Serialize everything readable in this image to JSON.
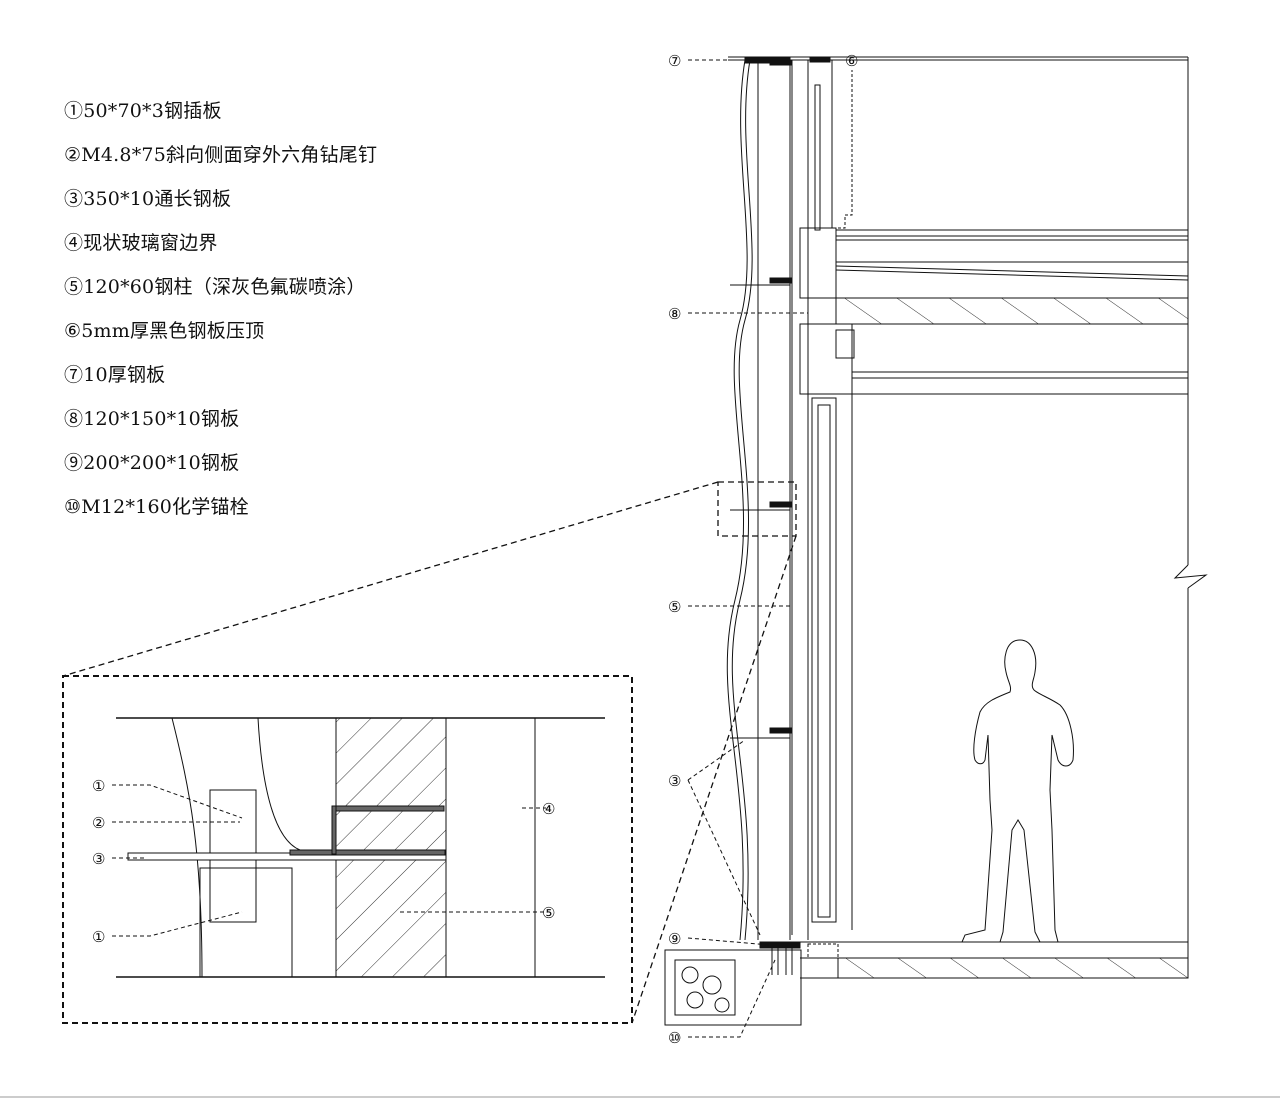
{
  "legend": [
    "①50*70*3钢插板",
    "②M4.8*75斜向侧面穿外六角钻尾钉",
    "③350*10通长钢板",
    "④现状玻璃窗边界",
    "⑤120*60钢柱（深灰色氟碳喷涂）",
    "⑥5mm厚黑色钢板压顶",
    "⑦10厚钢板",
    "⑧120*150*10钢板",
    "⑨200*200*10钢板",
    "⑩M12*160化学锚栓"
  ],
  "callouts": {
    "n1": "①",
    "n2": "②",
    "n3": "③",
    "n4": "④",
    "n5": "⑤",
    "n6": "⑥",
    "n7": "⑦",
    "n8": "⑧",
    "n9": "⑨",
    "n10": "⑩"
  },
  "colors": {
    "line": "#111111",
    "hatch": "#333333",
    "background": "#ffffff"
  }
}
